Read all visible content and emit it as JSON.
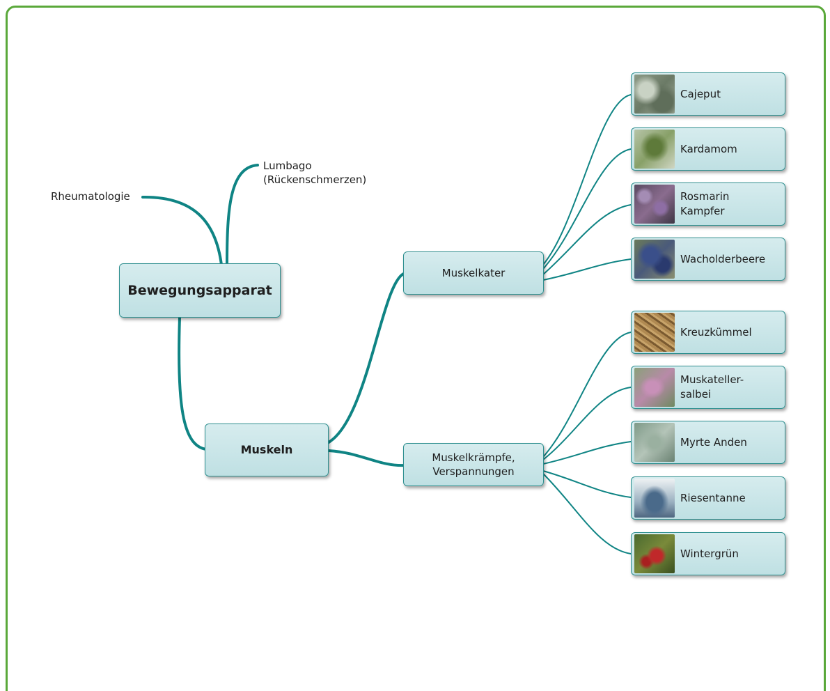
{
  "root": {
    "label": "Bewegungsapparat"
  },
  "branches": {
    "rheuma": "Rheumatologie",
    "lumbago_1": "Lumbago",
    "lumbago_2": "(Rückenschmerzen)",
    "muskeln": "Muskeln",
    "muskelkater": "Muskelkater",
    "kraempfe_1": "Muskelkrämpfe,",
    "kraempfe_2": "Verspannungen"
  },
  "leaves": {
    "cajeput": "Cajeput",
    "kardamom": "Kardamom",
    "rosmarin_1": "Rosmarin",
    "rosmarin_2": "Kampfer",
    "wacholder": "Wacholderbeere",
    "kreuzkuemmel": "Kreuzkümmel",
    "muskateller_1": "Muskateller-",
    "muskateller_2": "salbei",
    "myrte": "Myrte Anden",
    "riesentanne": "Riesentanne",
    "wintergruen": "Wintergrün"
  },
  "colors": {
    "connector": "#0f8484",
    "frame": "#5aa83a",
    "node_fill": "#c8e6e8"
  }
}
